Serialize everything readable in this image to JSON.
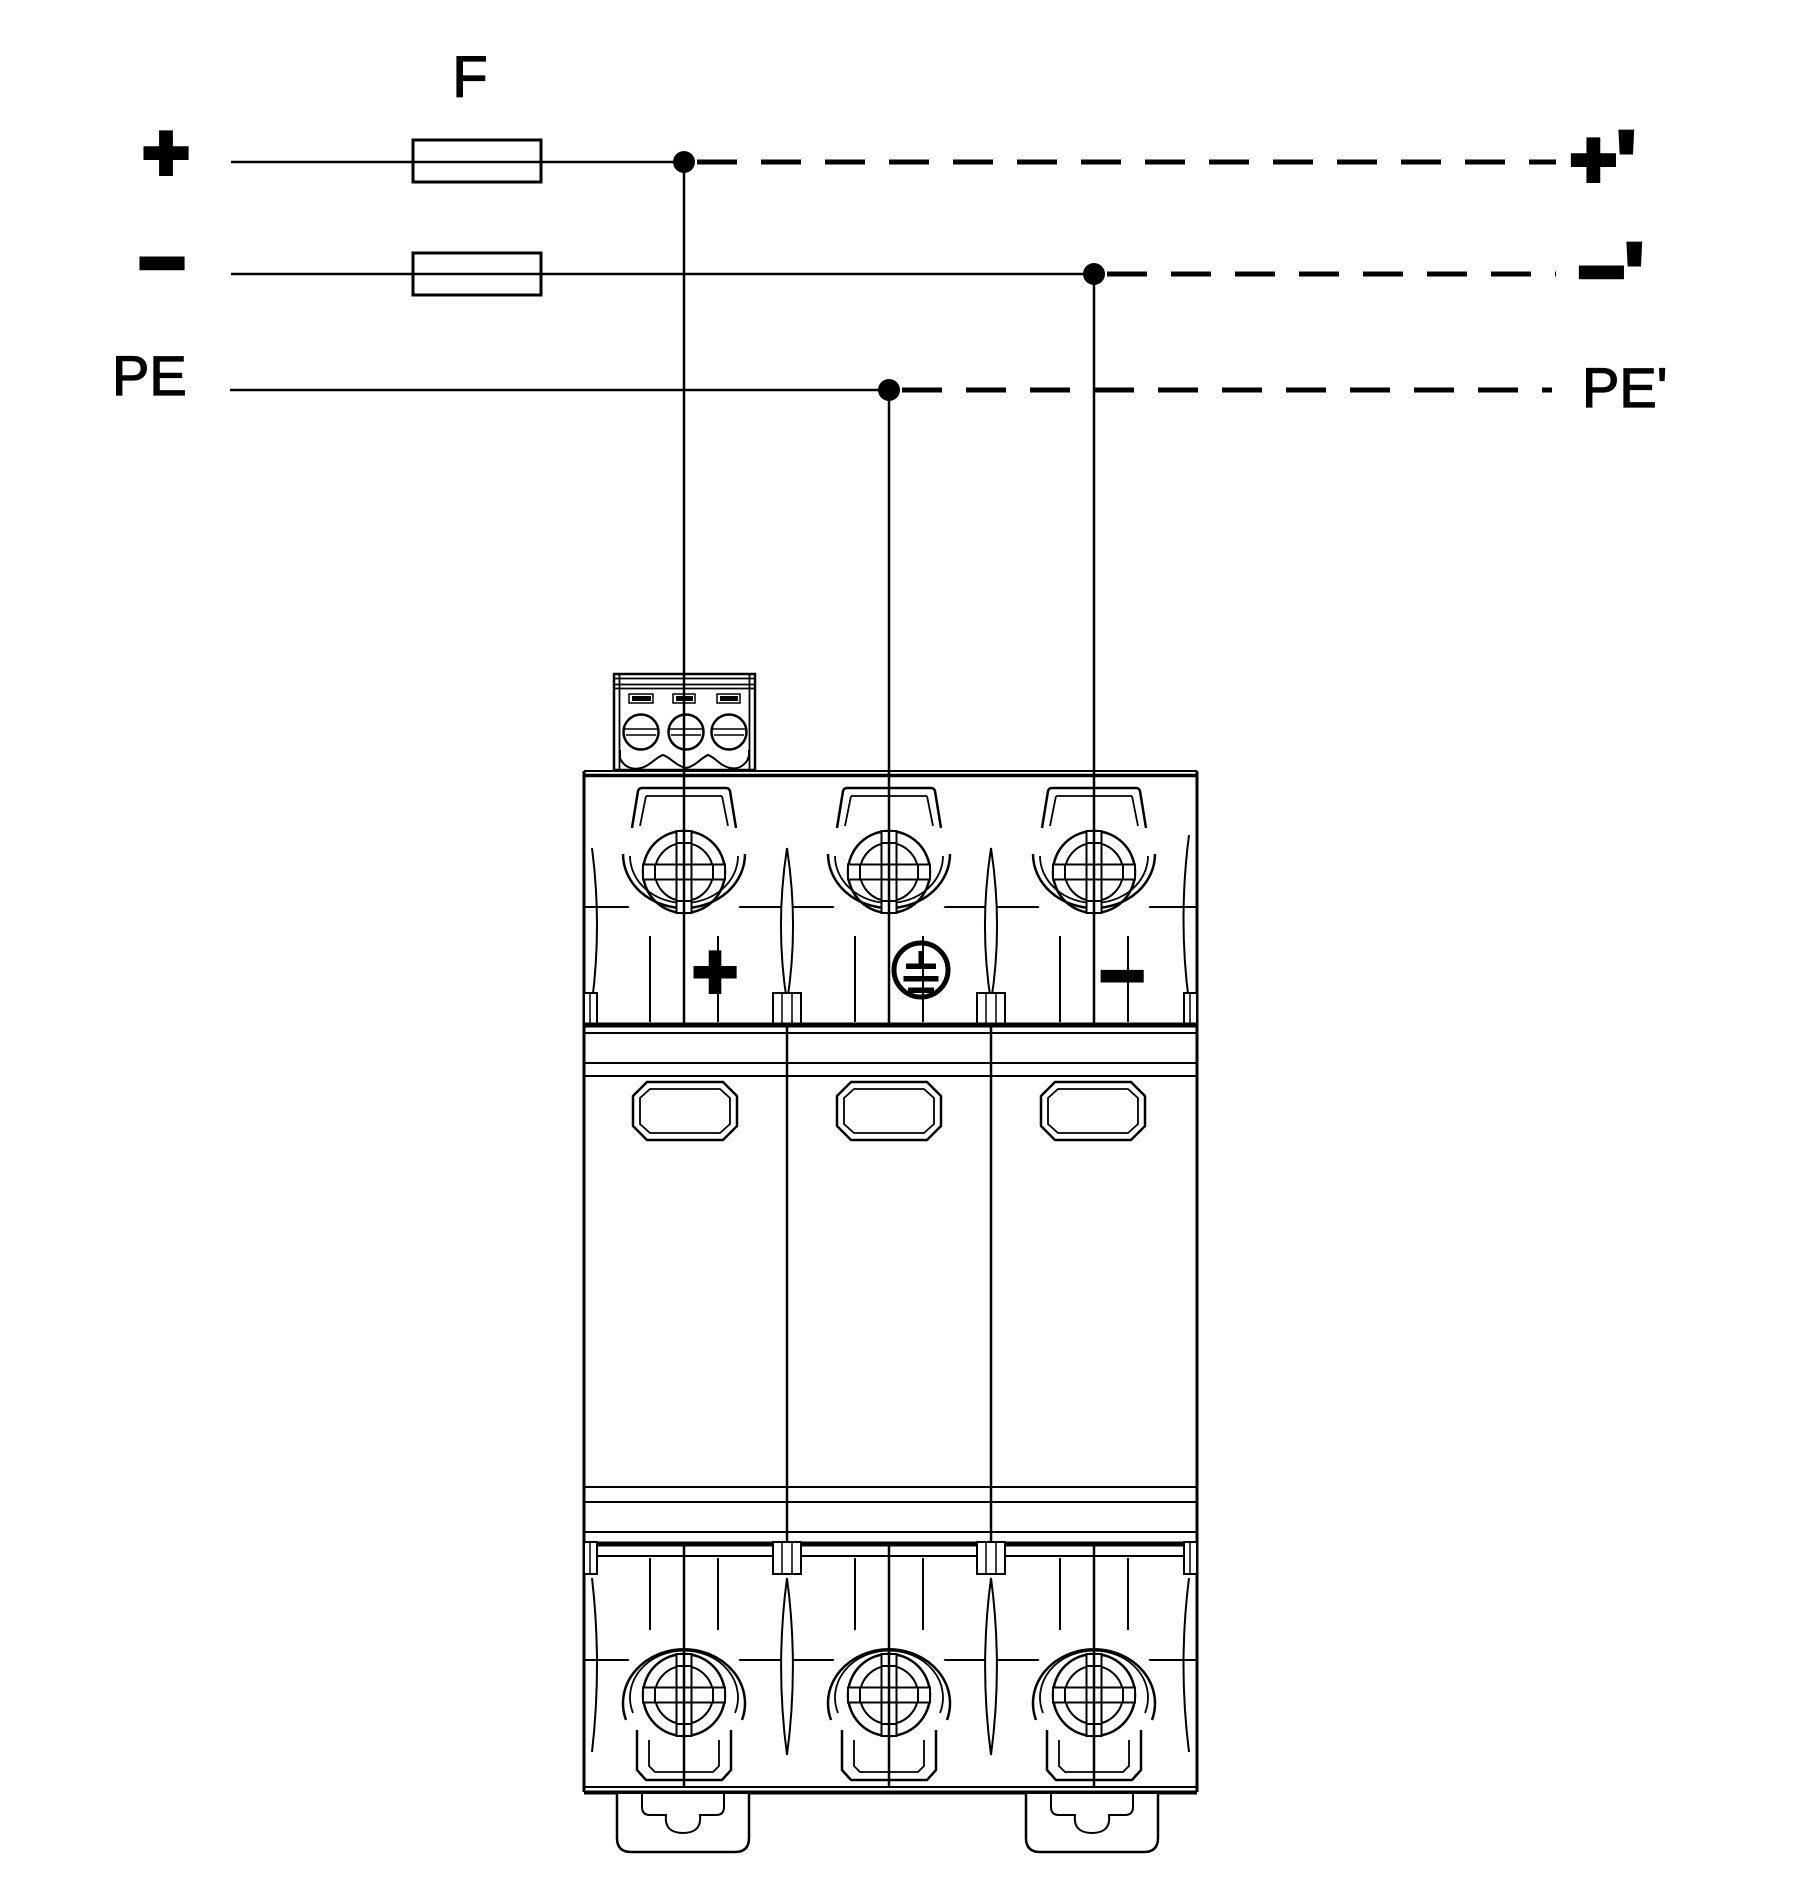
{
  "source_terminals": {
    "plus": "+",
    "minus": "−",
    "pe": "PE"
  },
  "protected_terminals": {
    "plus": "+'",
    "minus": "−'",
    "pe": "PE'"
  },
  "fuse": {
    "label": "F"
  },
  "device": {
    "pole_labels": {
      "plus": "+",
      "minus": "−"
    },
    "earth_icon": "protective-earth-symbol"
  },
  "colors": {
    "ink": "#000000",
    "paper": "#ffffff"
  }
}
